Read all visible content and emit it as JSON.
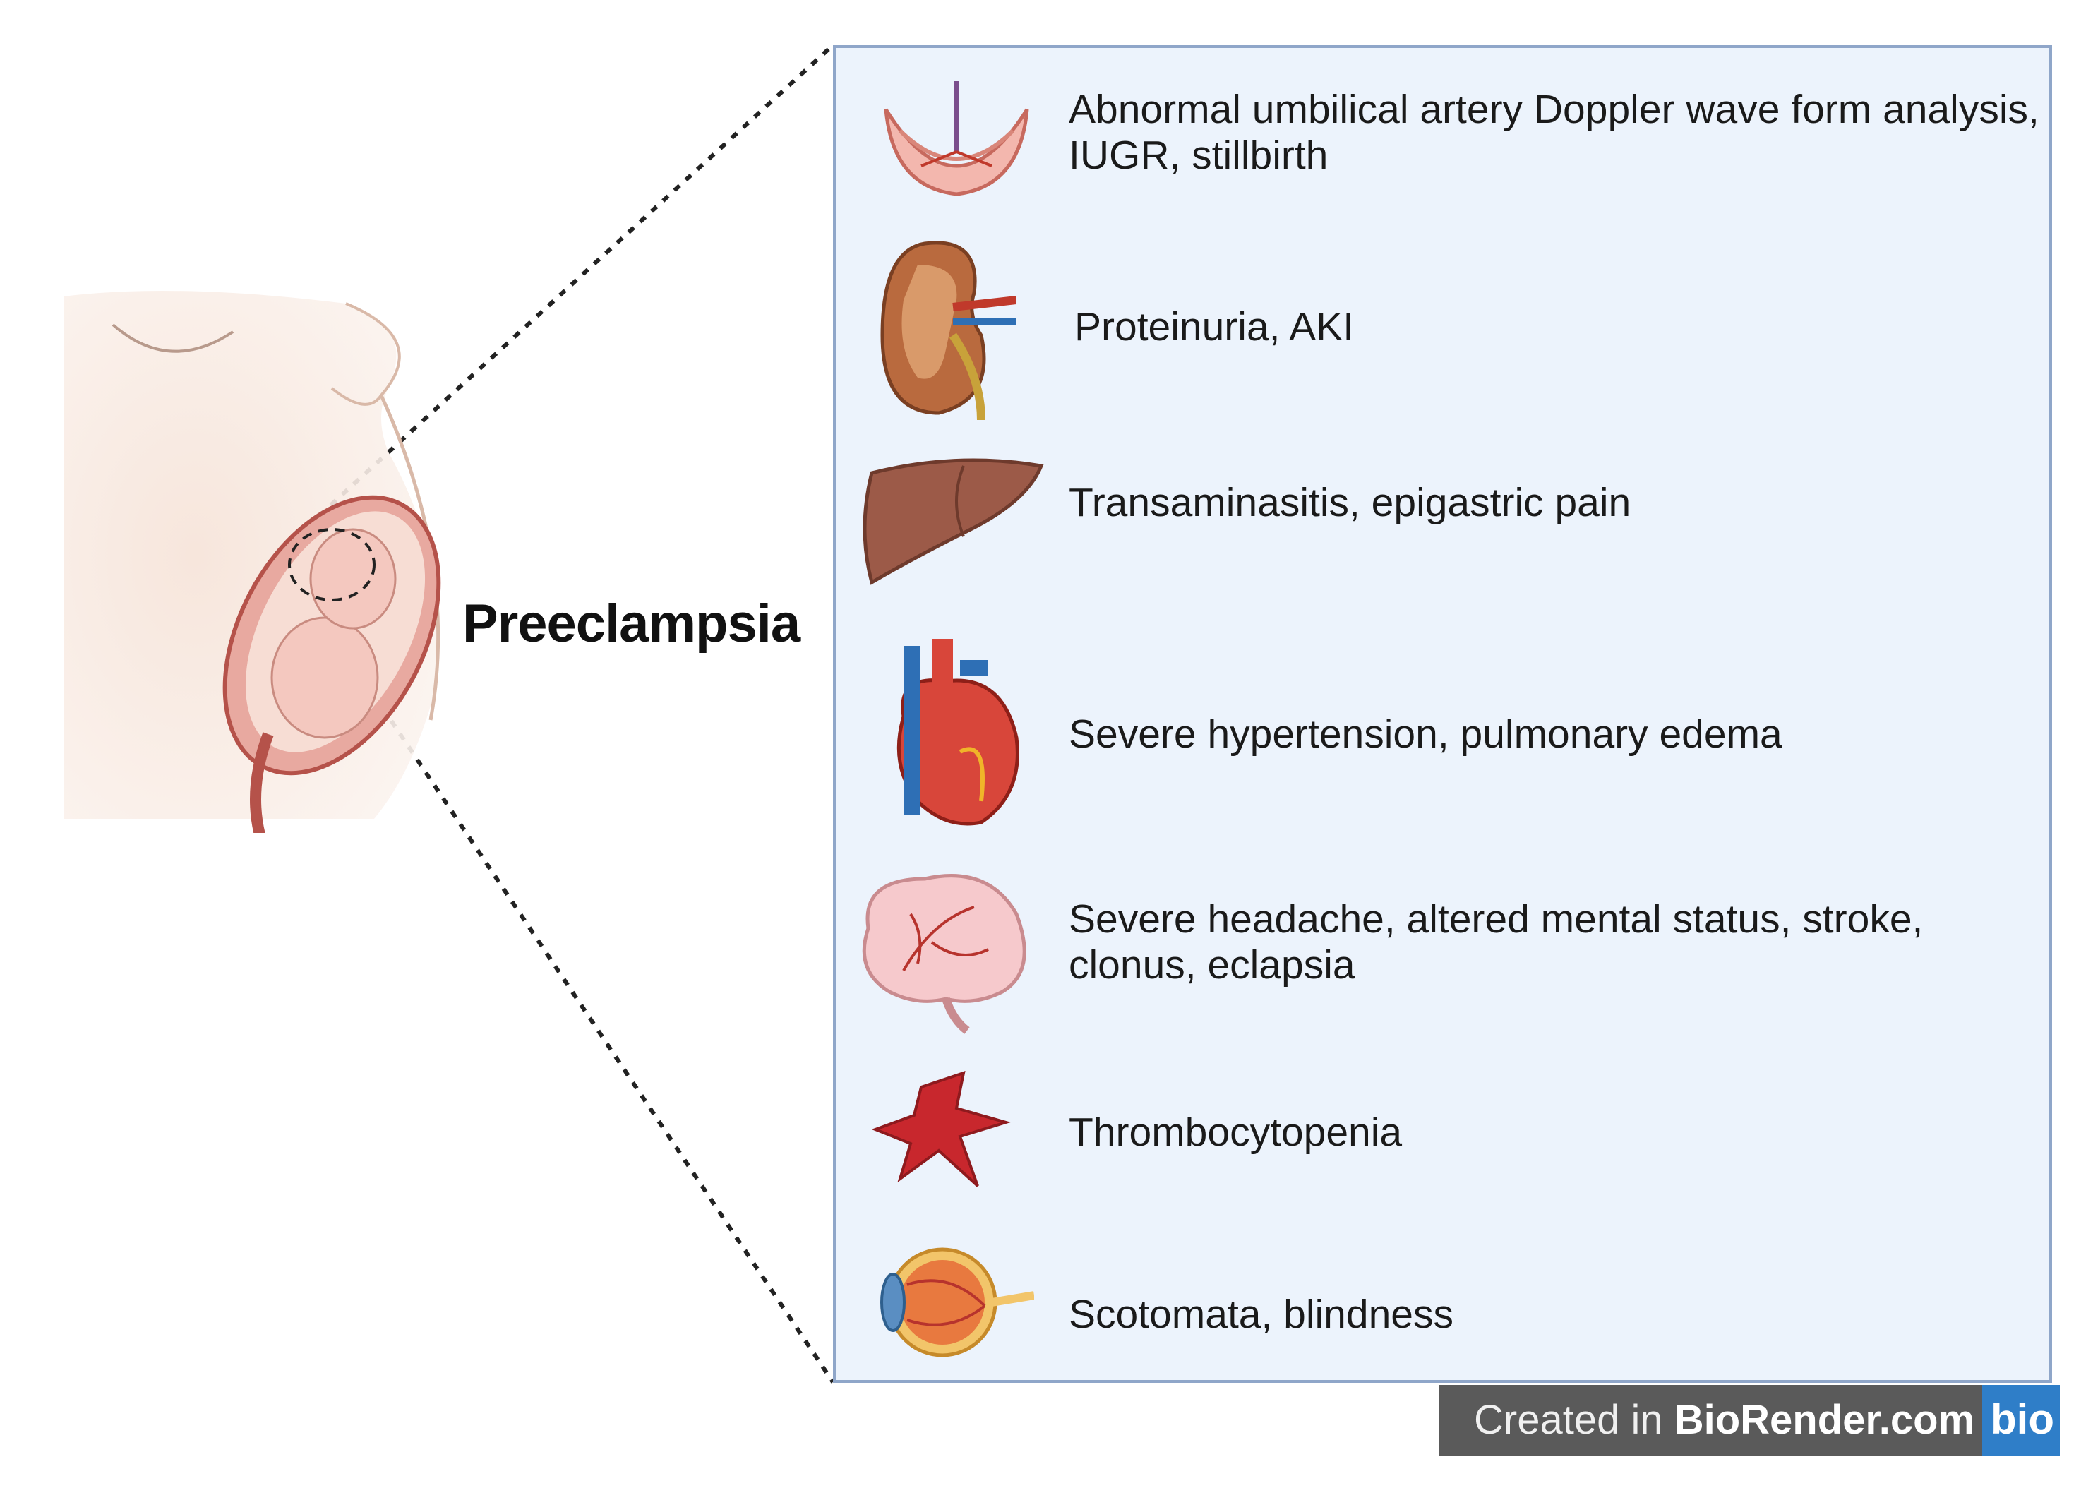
{
  "title": "Preeclampsia",
  "items": [
    {
      "text_line1": "Abnormal umbilical artery Doppler wave form analysis,",
      "text_line2": "IUGR, stillbirth",
      "icon": "placenta-icon"
    },
    {
      "text_line1": "Proteinuria, AKI",
      "icon": "kidney-icon"
    },
    {
      "text_line1": "Transaminasitis, epigastric pain",
      "icon": "liver-icon"
    },
    {
      "text_line1": "Severe hypertension, pulmonary edema",
      "icon": "heart-icon"
    },
    {
      "text_line1": "Severe headache, altered mental status, stroke,",
      "text_line2": "clonus, eclapsia",
      "icon": "brain-icon"
    },
    {
      "text_line1": "Thrombocytopenia",
      "icon": "platelet-icon"
    },
    {
      "text_line1": "Scotomata, blindness",
      "icon": "eye-icon"
    }
  ],
  "badge": {
    "prefix": "Created in ",
    "brand": "BioRender.com",
    "logo": "bio"
  },
  "colors": {
    "panel_bg": "#ecf3fc",
    "panel_border": "#8fa6c9",
    "badge_bg": "#5a5a5a",
    "logo_bg": "#2f7ec8"
  }
}
